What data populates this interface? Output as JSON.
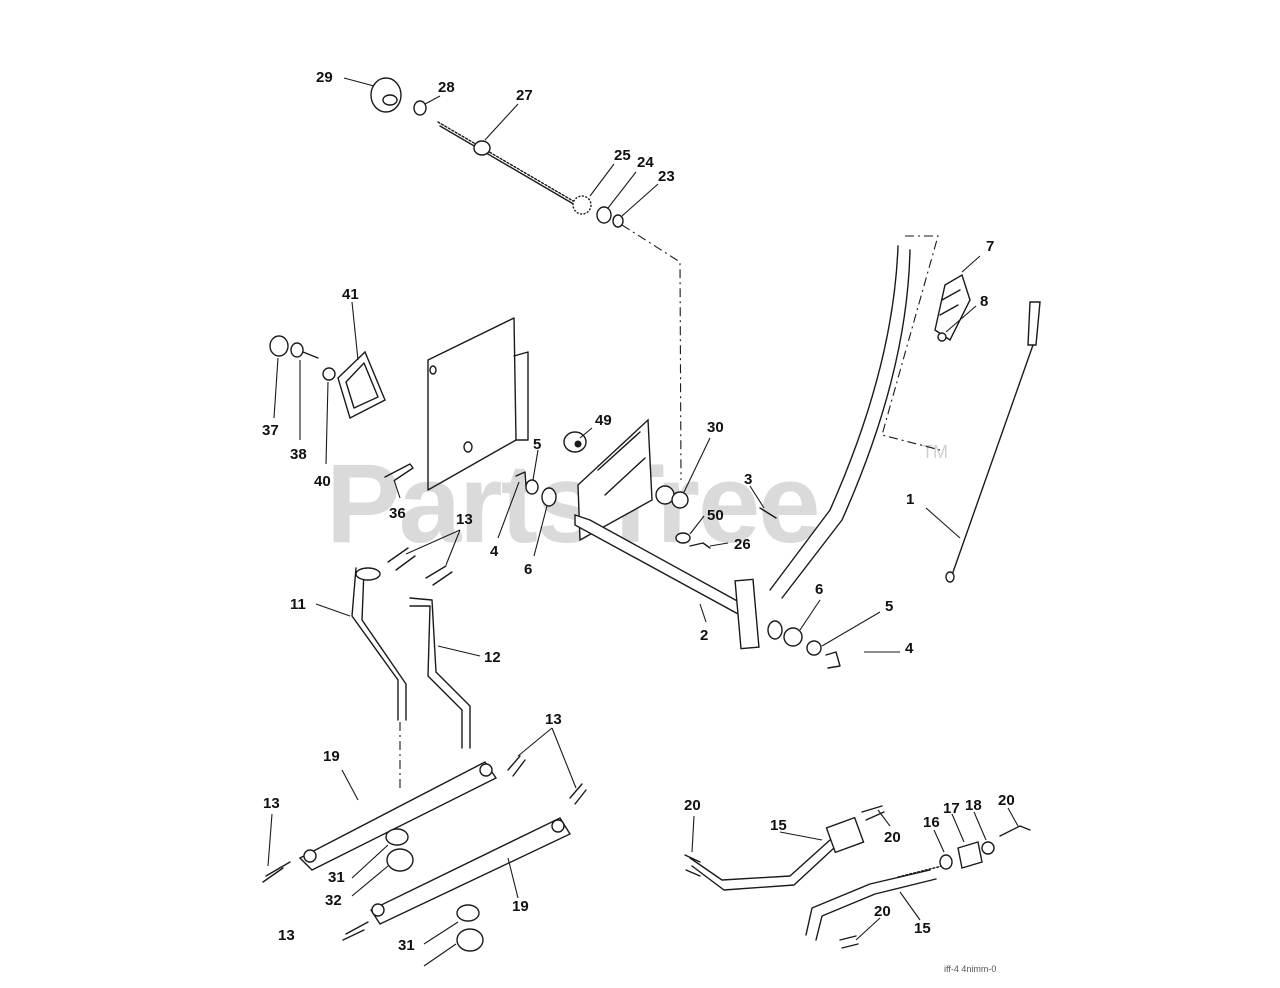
{
  "watermark": {
    "text": "PartsTree",
    "trademark": "TM"
  },
  "callouts": {
    "c1": "1",
    "c2": "2",
    "c3": "3",
    "c4a": "4",
    "c4b": "4",
    "c5a": "5",
    "c5b": "5",
    "c6a": "6",
    "c6b": "6",
    "c7": "7",
    "c8": "8",
    "c11": "11",
    "c12": "12",
    "c13a": "13",
    "c13b": "13",
    "c13c": "13",
    "c13d": "13",
    "c15a": "15",
    "c15b": "15",
    "c16": "16",
    "c17": "17",
    "c18": "18",
    "c19a": "19",
    "c19b": "19",
    "c20a": "20",
    "c20b": "20",
    "c20c": "20",
    "c20d": "20",
    "c23": "23",
    "c24": "24",
    "c25": "25",
    "c26": "26",
    "c27": "27",
    "c28": "28",
    "c29": "29",
    "c30": "30",
    "c31a": "31",
    "c31b": "31",
    "c32": "32",
    "c36": "36",
    "c37": "37",
    "c38": "38",
    "c40": "40",
    "c41": "41",
    "c49": "49",
    "c50": "50"
  },
  "diagram_code": "iff-4 4nimm-0"
}
